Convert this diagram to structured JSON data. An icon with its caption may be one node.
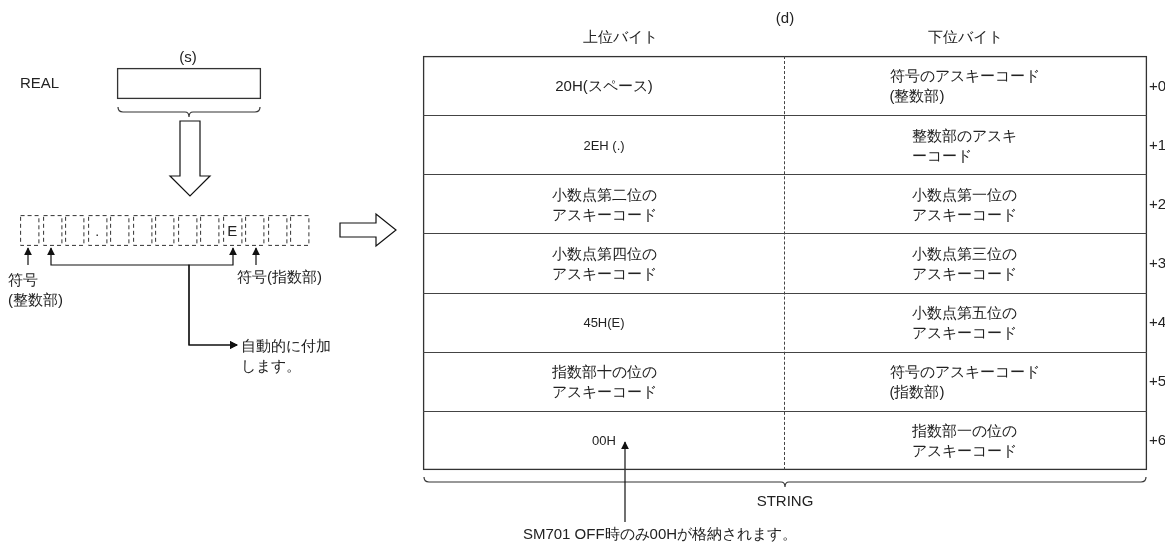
{
  "diagram": {
    "nodes": [
      {
        "text": [],
        "shape": "box"
      },
      {
        "text": [],
        "shape": "box"
      },
      {
        "text": [],
        "shape": "box"
      },
      {
        "text": [],
        "shape": "box"
      },
      {
        "text": [
          "."
        ]
      },
      {
        "text": [],
        "shape": "box"
      },
      {
        "text": [],
        "shape": "box"
      },
      {
        "text": [],
        "shape": "box"
      },
      {
        "text": [],
        "shape": "box"
      },
      {
        "text": [],
        "shape": "box"
      },
      {
        "text": [
          "E"
        ]
      },
      {
        "text": [],
        "shape": "box"
      },
      {
        "text": [],
        "shape": "box"
      },
      {
        "text": [],
        "shape": "box"
      },
      {
        "text": [
          "符号(整数部)"
        ]
      },
      {
        "text": [
          "符号(指数部)"
        ]
      },
      {
        "text": [
          "自動的に付加します。"
        ]
      },
      {
        "text": [],
        "shape": "box"
      },
      {
        "text": [
          "20H(スペース)",
          "符号のアスキーコード(整数部)"
        ],
        "in": 17
      },
      {
        "text": [
          "2EH (.)",
          "整数部のアスキーコード"
        ],
        "in": 17
      },
      {
        "text": [
          "小数点第二位のアスキーコード",
          "小数点第一位のアスキーコード"
        ],
        "in": 17
      },
      {
        "text": [
          "小数点第四位のアスキーコード",
          "小数点第三位のアスキーコード"
        ],
        "in": 17
      },
      {
        "text": [
          "45H(E)",
          "小数点第五位のアスキーコード"
        ],
        "in": 17
      },
      {
        "text": [
          "指数部十の位のアスキーコード",
          "符号のアスキーコード(指数部)"
        ],
        "in": 17
      },
      {
        "text": [
          "00H",
          "指数部一の位のアスキーコード"
        ],
        "in": 17
      },
      {
        "text": [
          "SM701 OFF時のみ00Hが格納されます。"
        ]
      }
    ],
    "edges": [
      {
        "from": 0,
        "to": null,
        "arrow": "to"
      },
      {
        "from": null,
        "to": 17,
        "arrow": "to"
      },
      {
        "from": 14,
        "to": 1,
        "arrow": "to"
      },
      {
        "from": 16,
        "to": 2,
        "arrow": "both"
      },
      {
        "from": 16,
        "to": 10,
        "arrow": "both"
      },
      {
        "from": 15,
        "to": 11,
        "arrow": "to"
      },
      {
        "from": 25,
        "to": 24,
        "arrow": "to"
      }
    ],
    "labels": [
      "(s)",
      "REAL",
      "(d)",
      "上位バイト",
      "下位バイト",
      "+0",
      "+1",
      "+2",
      "+3",
      "+4",
      "+5",
      "+6",
      "STRING"
    ]
  }
}
